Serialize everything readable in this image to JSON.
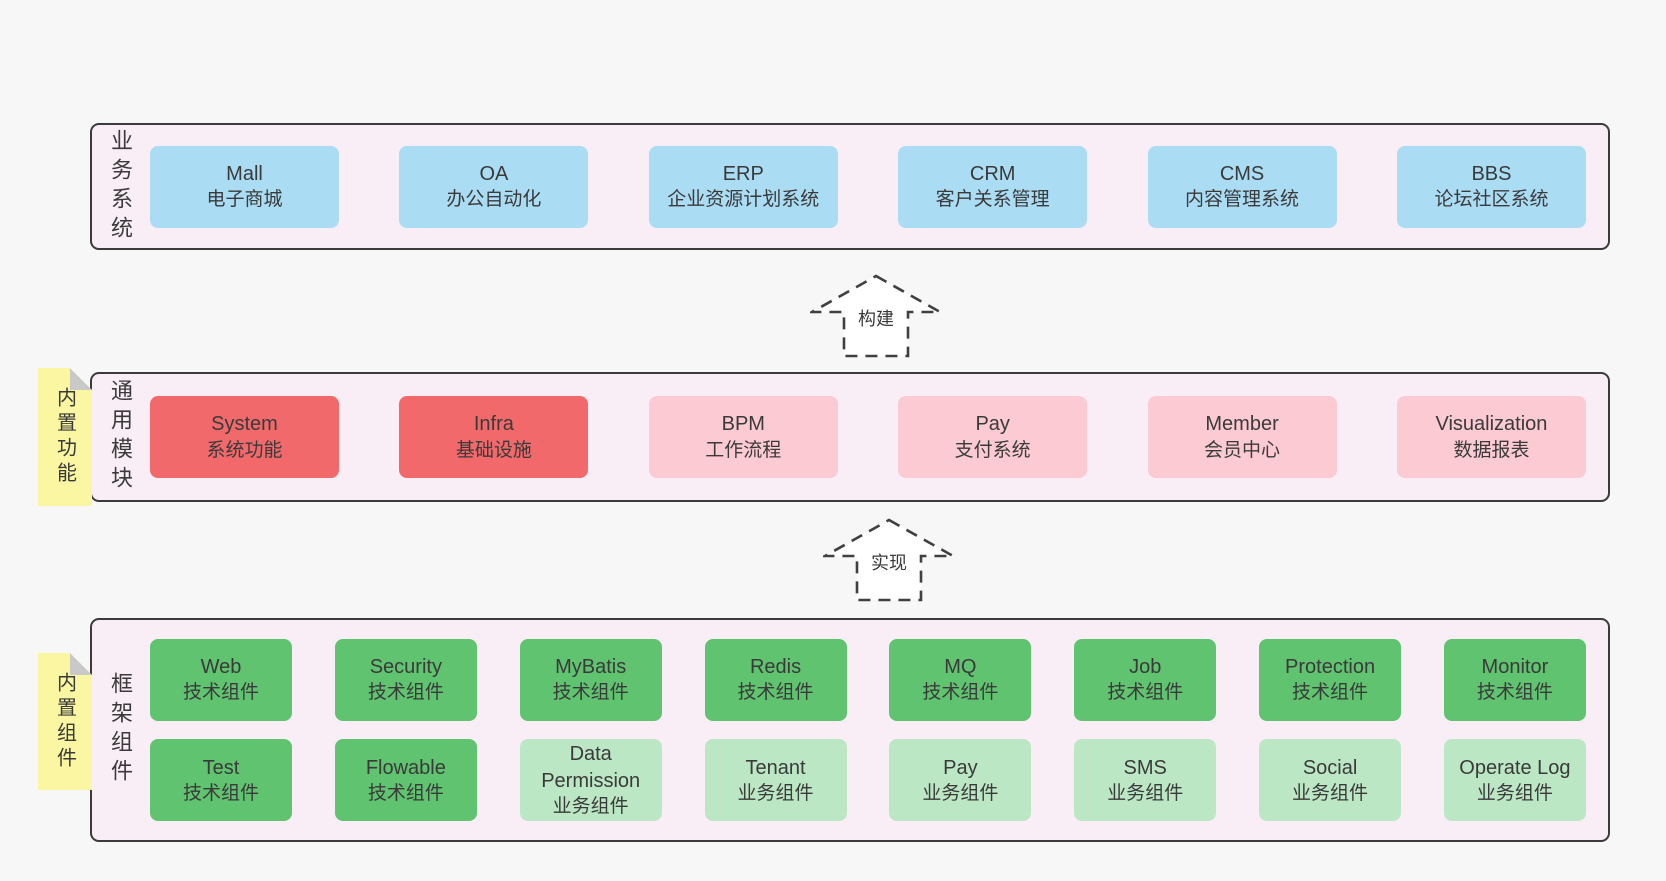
{
  "colors": {
    "canvas_bg": "#f7f7f7",
    "band_bg": "#f9edf6",
    "band_border": "#3b3b3b",
    "blue_box": "#aadcf4",
    "red_box": "#f2696b",
    "pink_box": "#fbcad3",
    "green_box": "#60c36f",
    "light_green_box": "#bce7c4",
    "sticky_note_bg": "#faf6a1",
    "sticky_fold": "#c9c9c9",
    "text": "#3a3a3a"
  },
  "arrows": [
    {
      "label": "构建"
    },
    {
      "label": "实现"
    }
  ],
  "sections": {
    "business": {
      "label": "业务系统",
      "boxes": [
        {
          "title": "Mall",
          "subtitle": "电子商城"
        },
        {
          "title": "OA",
          "subtitle": "办公自动化"
        },
        {
          "title": "ERP",
          "subtitle": "企业资源计划系统"
        },
        {
          "title": "CRM",
          "subtitle": "客户关系管理"
        },
        {
          "title": "CMS",
          "subtitle": "内容管理系统"
        },
        {
          "title": "BBS",
          "subtitle": "论坛社区系统"
        }
      ]
    },
    "modules": {
      "label": "通用模块",
      "sticky": "内置功能",
      "boxes": [
        {
          "title": "System",
          "subtitle": "系统功能"
        },
        {
          "title": "Infra",
          "subtitle": "基础设施"
        },
        {
          "title": "BPM",
          "subtitle": "工作流程"
        },
        {
          "title": "Pay",
          "subtitle": "支付系统"
        },
        {
          "title": "Member",
          "subtitle": "会员中心"
        },
        {
          "title": "Visualization",
          "subtitle": "数据报表"
        }
      ]
    },
    "components": {
      "label": "框架组件",
      "sticky": "内置组件",
      "rows": [
        [
          {
            "title": "Web",
            "subtitle": "技术组件"
          },
          {
            "title": "Security",
            "subtitle": "技术组件"
          },
          {
            "title": "MyBatis",
            "subtitle": "技术组件"
          },
          {
            "title": "Redis",
            "subtitle": "技术组件"
          },
          {
            "title": "MQ",
            "subtitle": "技术组件"
          },
          {
            "title": "Job",
            "subtitle": "技术组件"
          },
          {
            "title": "Protection",
            "subtitle": "技术组件"
          },
          {
            "title": "Monitor",
            "subtitle": "技术组件"
          }
        ],
        [
          {
            "title": "Test",
            "subtitle": "技术组件"
          },
          {
            "title": "Flowable",
            "subtitle": "技术组件"
          },
          {
            "title": "Data Permission",
            "subtitle": "业务组件"
          },
          {
            "title": "Tenant",
            "subtitle": "业务组件"
          },
          {
            "title": "Pay",
            "subtitle": "业务组件"
          },
          {
            "title": "SMS",
            "subtitle": "业务组件"
          },
          {
            "title": "Social",
            "subtitle": "业务组件"
          },
          {
            "title": "Operate Log",
            "subtitle": "业务组件"
          }
        ]
      ]
    }
  }
}
